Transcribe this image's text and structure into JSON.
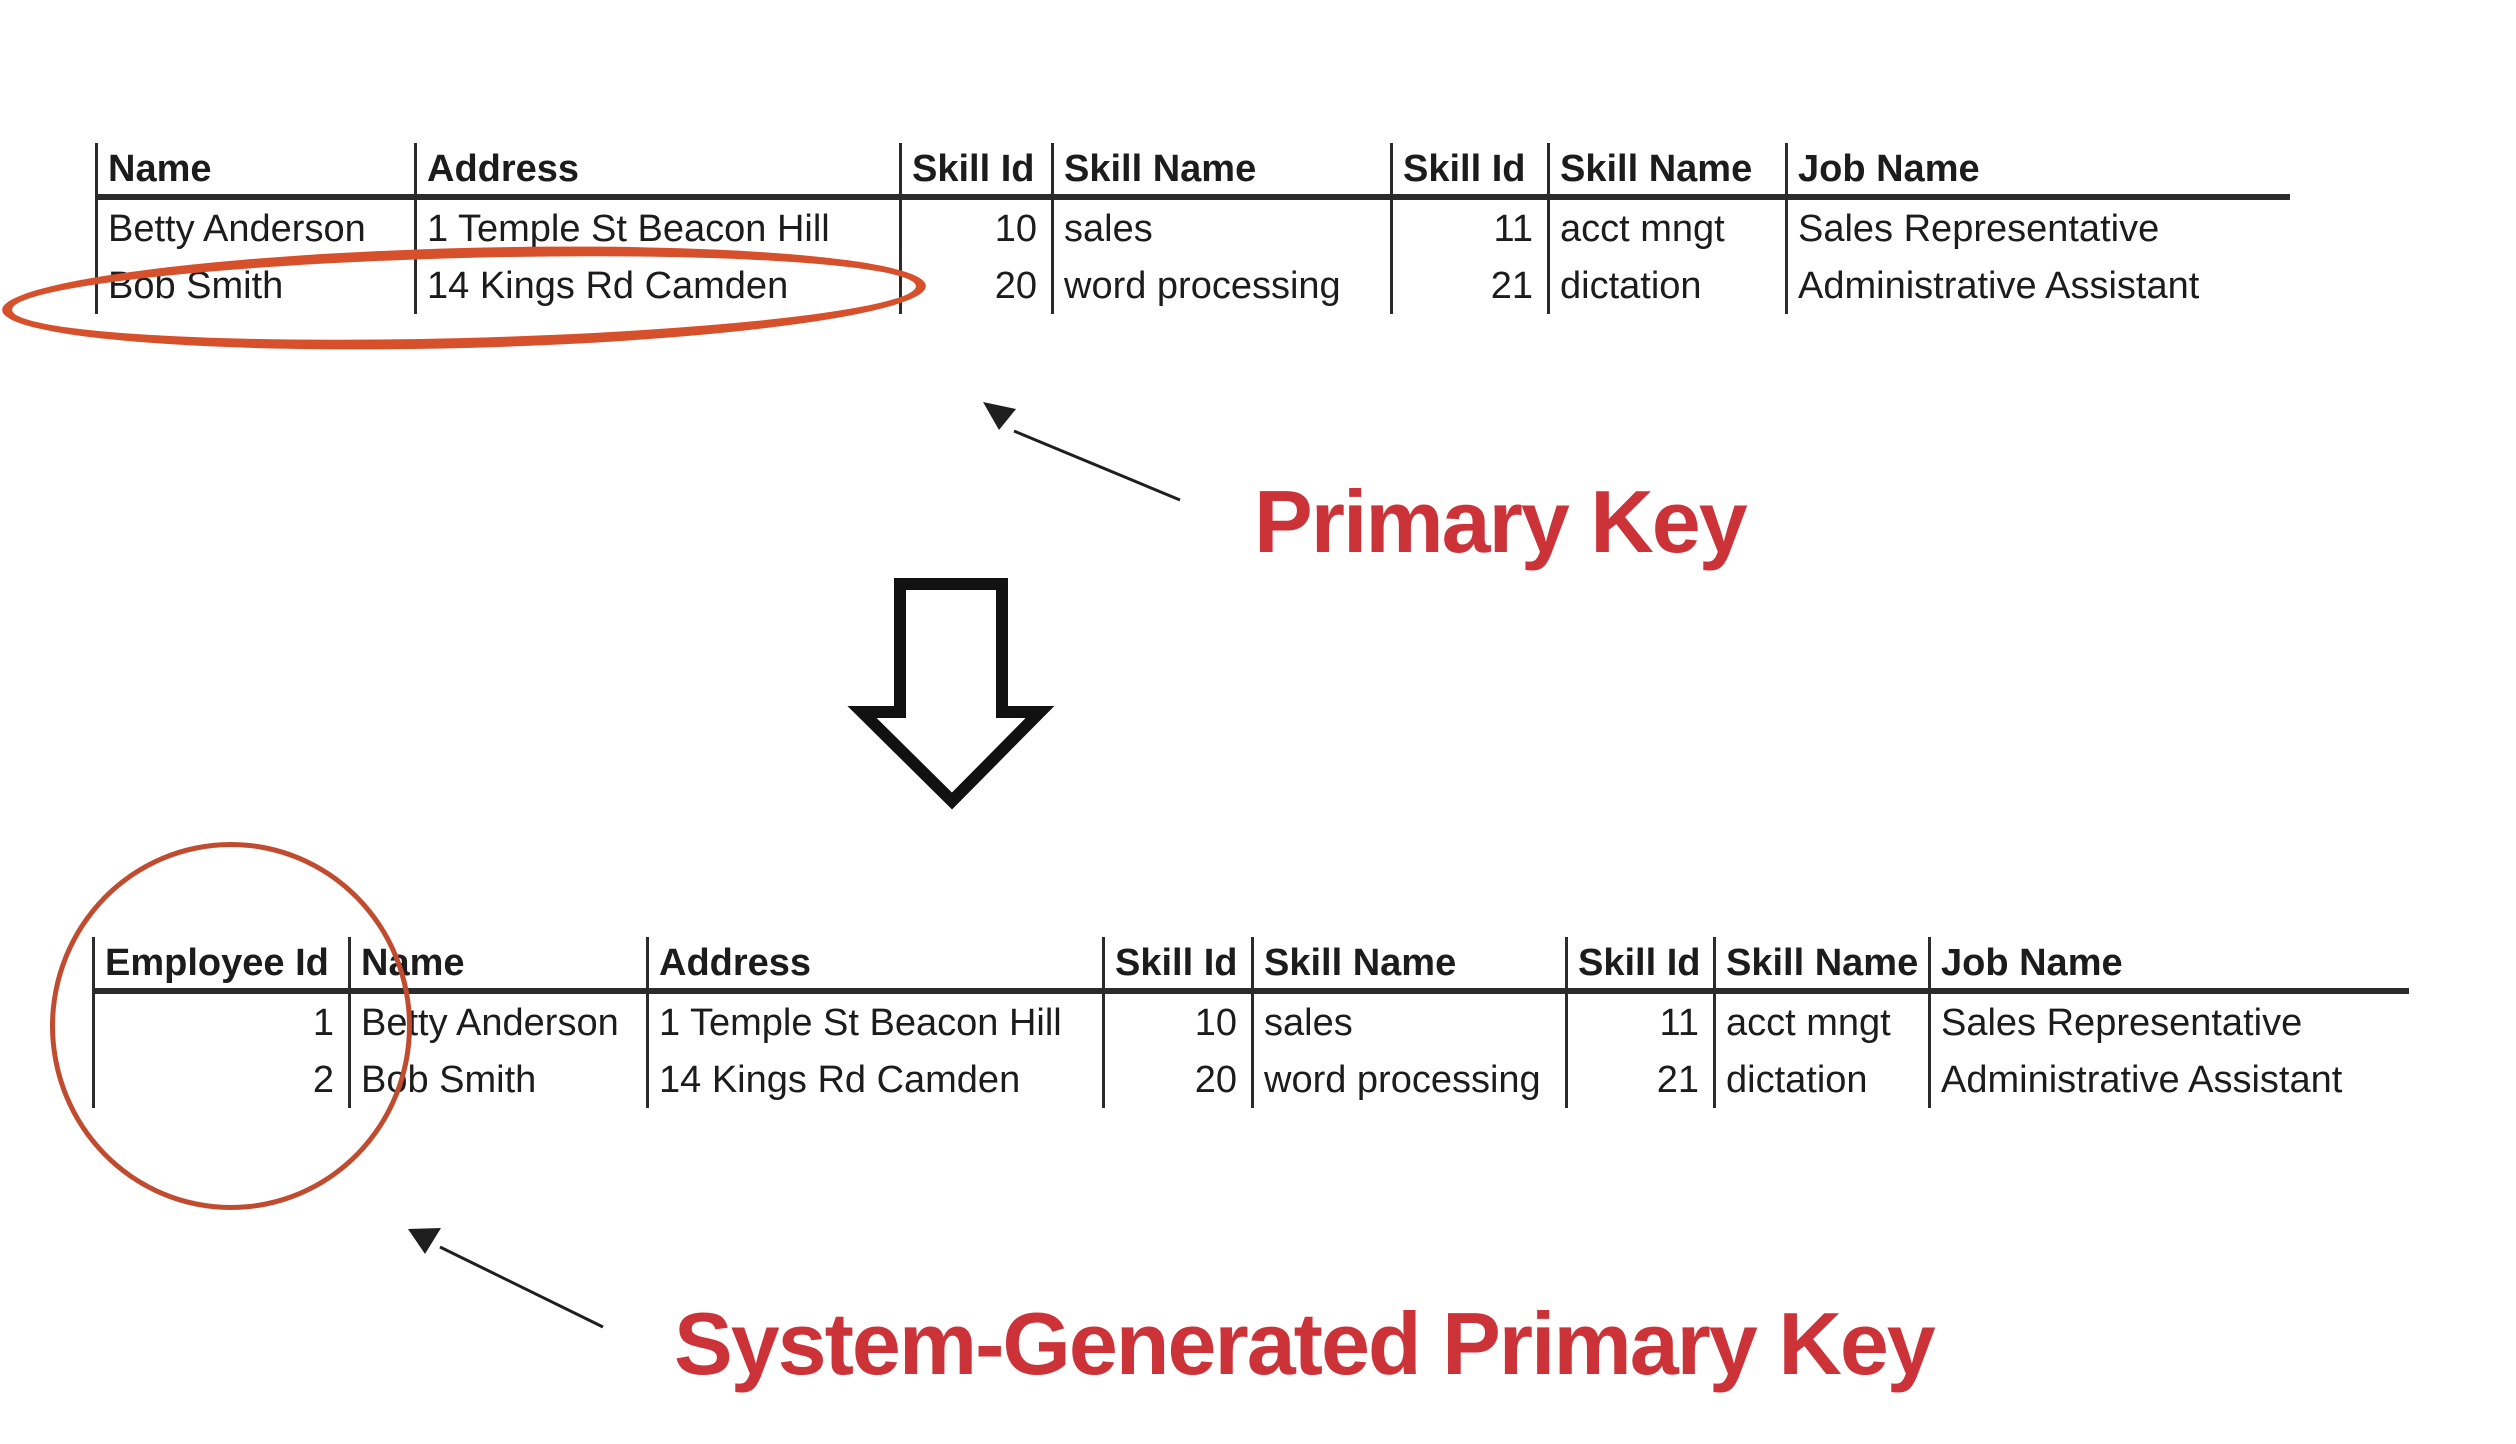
{
  "titles": {
    "primary_key": "Primary Key",
    "system_generated": "System-Generated Primary Key"
  },
  "tables": {
    "before": {
      "headers": [
        "Name",
        "Address",
        "Skill Id",
        "Skill Name",
        "Skill Id",
        "Skill Name",
        "Job Name"
      ],
      "rows": [
        [
          "Betty Anderson",
          "1 Temple St Beacon Hill",
          "10",
          "sales",
          "11",
          "acct mngt",
          "Sales Representative"
        ],
        [
          "Bob Smith",
          "14 Kings Rd Camden",
          "20",
          "word processing",
          "21",
          "dictation",
          "Administrative Assistant"
        ]
      ]
    },
    "after": {
      "headers": [
        "Employee Id",
        "Name",
        "Address",
        "Skill Id",
        "Skill Name",
        "Skill Id",
        "Skill Name",
        "Job Name"
      ],
      "rows": [
        [
          "1",
          "Betty Anderson",
          "1 Temple St Beacon Hill",
          "10",
          "sales",
          "11",
          "acct mngt",
          "Sales Representative"
        ],
        [
          "2",
          "Bob Smith",
          "14 Kings Rd Camden",
          "20",
          "word processing",
          "21",
          "dictation",
          "Administrative Assistant"
        ]
      ]
    }
  },
  "colors": {
    "accent-red": "#cb3338",
    "ellipse-orange": "#d6502c",
    "circle-orange": "#c04b2e",
    "ink": "#2b2b2b",
    "line-black": "#1f1f1f"
  }
}
